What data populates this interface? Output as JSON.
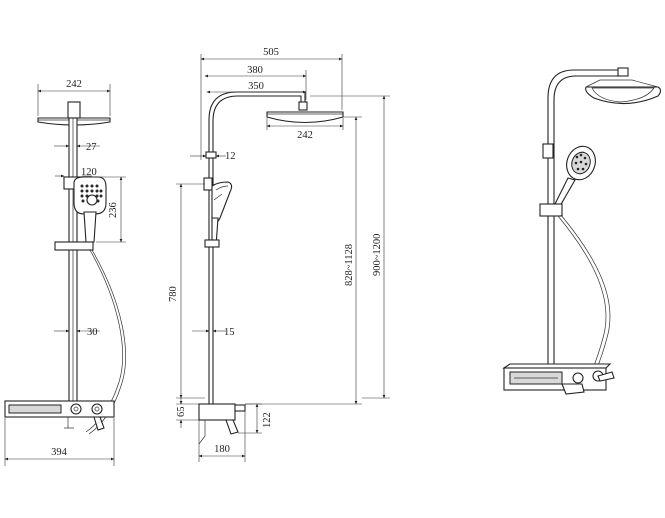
{
  "dimensions": {
    "front": {
      "head_width": "242",
      "arm_offset": "27",
      "holder_width": "120",
      "hand_height": "236",
      "pipe_dia": "30",
      "base_width": "394"
    },
    "side": {
      "total_reach": "505",
      "reach_380": "380",
      "reach_350": "350",
      "wall_gap": "12",
      "head_width": "242",
      "rail_length": "780",
      "pipe_dia": "15",
      "bottom_65": "65",
      "valve_height": "122",
      "base_depth": "180",
      "height_range_1": "828~1128",
      "height_range_2": "900~1200"
    }
  }
}
